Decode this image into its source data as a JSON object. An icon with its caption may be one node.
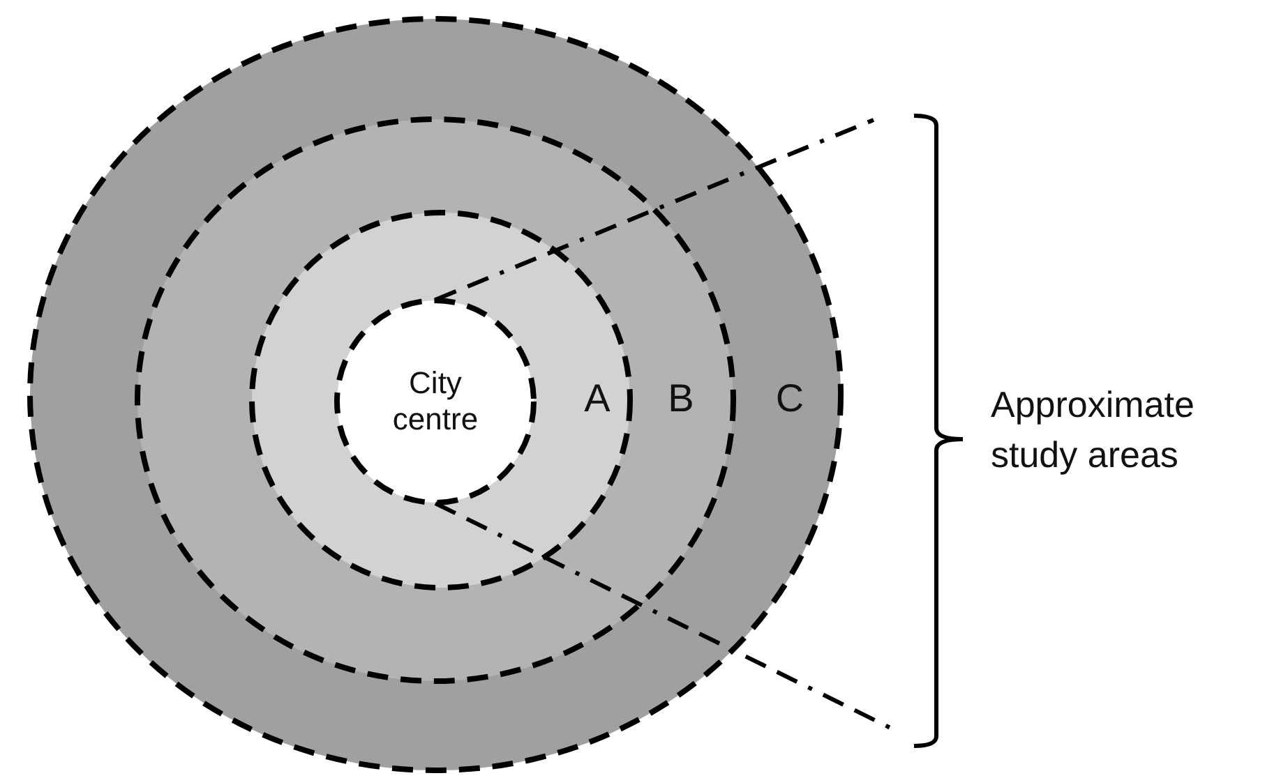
{
  "diagram": {
    "nodes": [
      {
        "text": [
          "C"
        ]
      },
      {
        "text": [
          "B"
        ],
        "in": 0
      },
      {
        "text": [
          "A"
        ],
        "in": 1
      },
      {
        "text": [
          "City centre"
        ],
        "in": 2
      }
    ],
    "labels": [
      "Approximate study areas"
    ]
  }
}
